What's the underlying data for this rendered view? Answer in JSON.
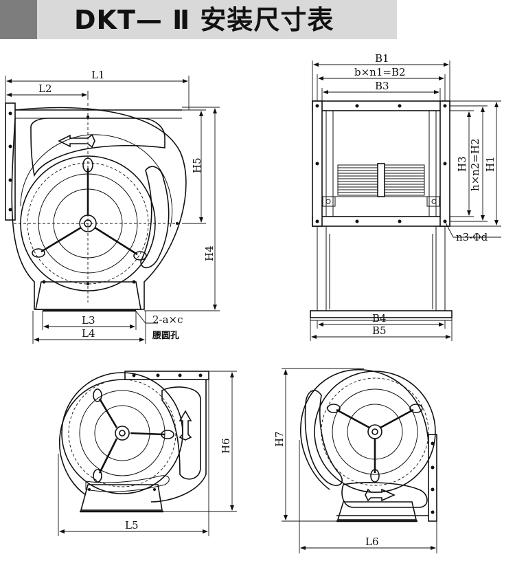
{
  "title": "DKT— Ⅱ 安装尺寸表",
  "dims": {
    "L1": "L1",
    "L2": "L2",
    "L3": "L3",
    "L4": "L4",
    "L5": "L5",
    "L6": "L6",
    "H1": "H1",
    "H2": "h×n2=H2",
    "H3": "H3",
    "H4": "H4",
    "H5": "H5",
    "H6": "H6",
    "H7": "H7",
    "B1": "B1",
    "B2": "b×n1=B2",
    "B3": "B3",
    "B4": "B4",
    "B5": "B5",
    "hole": "2-a×c",
    "hole_cn": "腰圆孔",
    "n3": "n3-Φd"
  }
}
